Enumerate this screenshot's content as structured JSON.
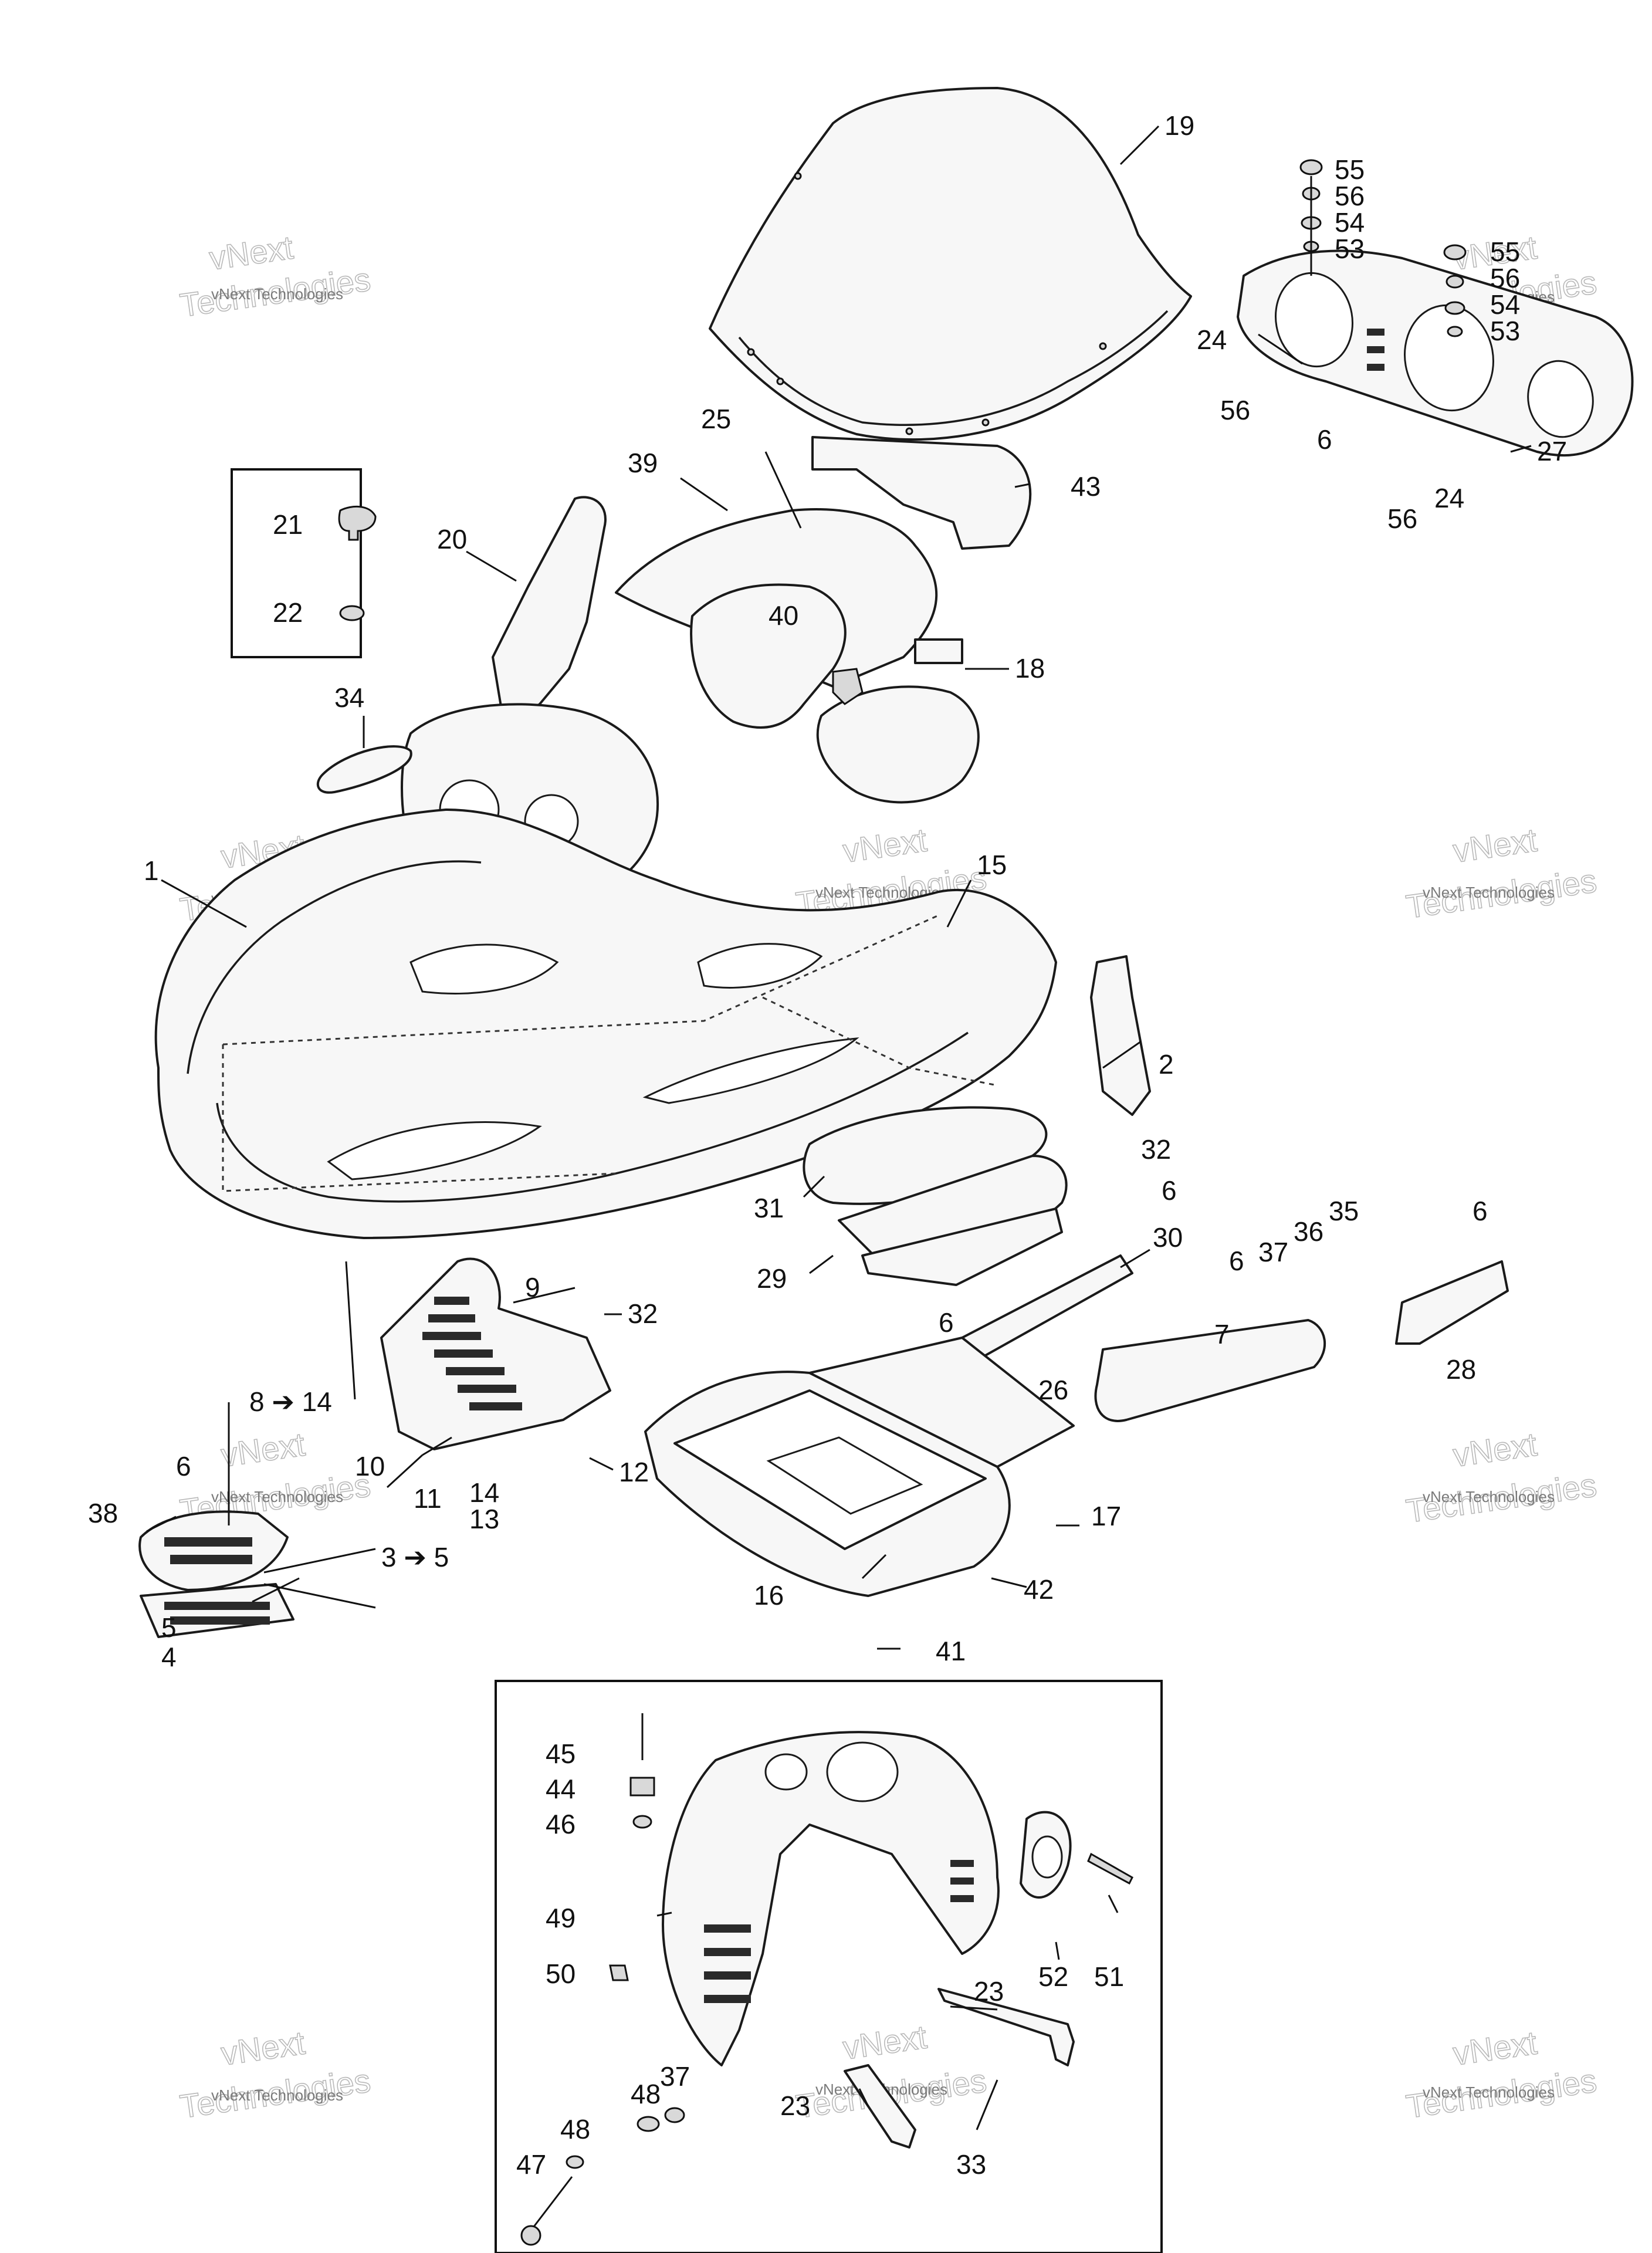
{
  "callouts": [
    "1",
    "2",
    "3 ➔ 5",
    "4",
    "5",
    "6",
    "7",
    "8 ➔ 14",
    "9",
    "10",
    "11",
    "12",
    "13",
    "14",
    "15",
    "16",
    "17",
    "18",
    "19",
    "20",
    "21",
    "22",
    "23",
    "24",
    "25",
    "26",
    "27",
    "28",
    "29",
    "30",
    "31",
    "32",
    "33",
    "34",
    "35",
    "36",
    "37",
    "38",
    "39",
    "40",
    "41",
    "42",
    "43",
    "44",
    "45",
    "46",
    "47",
    "48",
    "49",
    "50",
    "51",
    "52",
    "53",
    "54",
    "55",
    "56"
  ],
  "watermark": {
    "line1": "vNext Technologies",
    "line2": "vNext",
    "line3": "Technologies"
  },
  "colors": {
    "line_art": "#1a1a1a",
    "watermark": "#b9b9b9",
    "background": "#ffffff"
  }
}
